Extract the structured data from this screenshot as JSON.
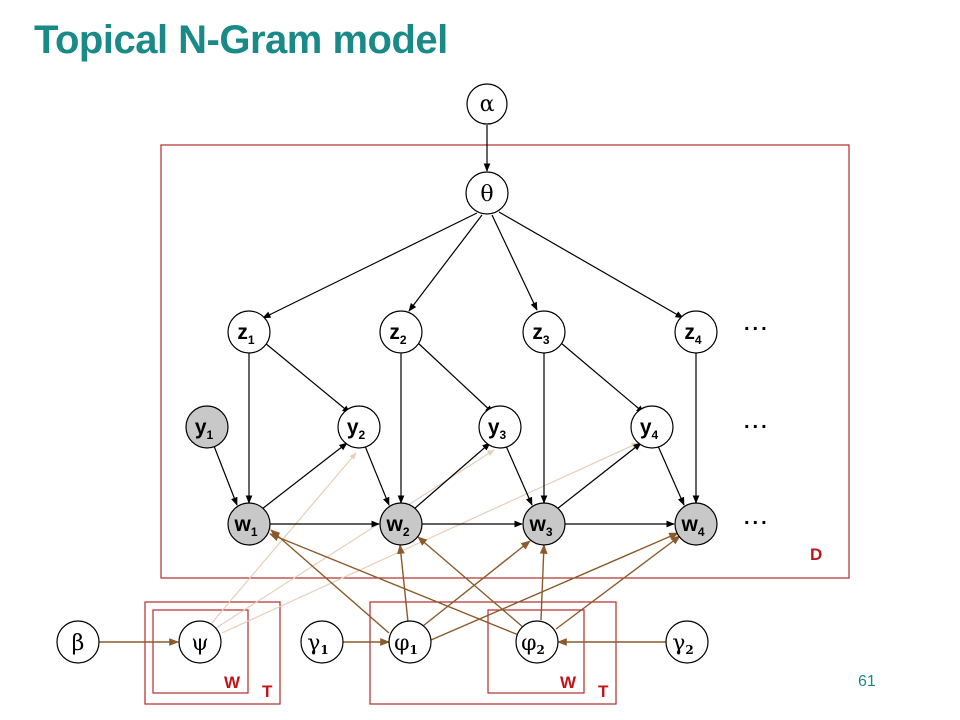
{
  "slide": {
    "title": "Topical N-Gram model",
    "page_number": "61"
  },
  "colors": {
    "title": "#1a8a88",
    "plate_border": "#b42a2a",
    "plate_label": "#c0151b",
    "brown_edge": "#8b5a2b",
    "faint_edge": "#e6cfb5",
    "observed_fill": "#c8c8c8"
  },
  "nodes": {
    "alpha": {
      "greek": "α"
    },
    "theta": {
      "greek": "θ"
    },
    "z1": {
      "base": "z",
      "sub": "1"
    },
    "z2": {
      "base": "z",
      "sub": "2"
    },
    "z3": {
      "base": "z",
      "sub": "3"
    },
    "z4": {
      "base": "z",
      "sub": "4"
    },
    "y1": {
      "base": "y",
      "sub": "1"
    },
    "y2": {
      "base": "y",
      "sub": "2"
    },
    "y3": {
      "base": "y",
      "sub": "3"
    },
    "y4": {
      "base": "y",
      "sub": "4"
    },
    "w1": {
      "base": "w",
      "sub": "1"
    },
    "w2": {
      "base": "w",
      "sub": "2"
    },
    "w3": {
      "base": "w",
      "sub": "3"
    },
    "w4": {
      "base": "w",
      "sub": "4"
    },
    "beta": {
      "greek": "β"
    },
    "psi": {
      "greek": "ψ"
    },
    "gamma1": {
      "greek": "γ",
      "sub": "1"
    },
    "phi1": {
      "greek": "φ",
      "sub": "1"
    },
    "phi2": {
      "greek": "φ",
      "sub": "2"
    },
    "gamma2": {
      "greek": "γ",
      "sub": "2"
    }
  },
  "ellipsis": "...",
  "plates": {
    "D": "D",
    "T_left": "T",
    "W_left": "W",
    "T_right": "T",
    "W_right": "W"
  }
}
